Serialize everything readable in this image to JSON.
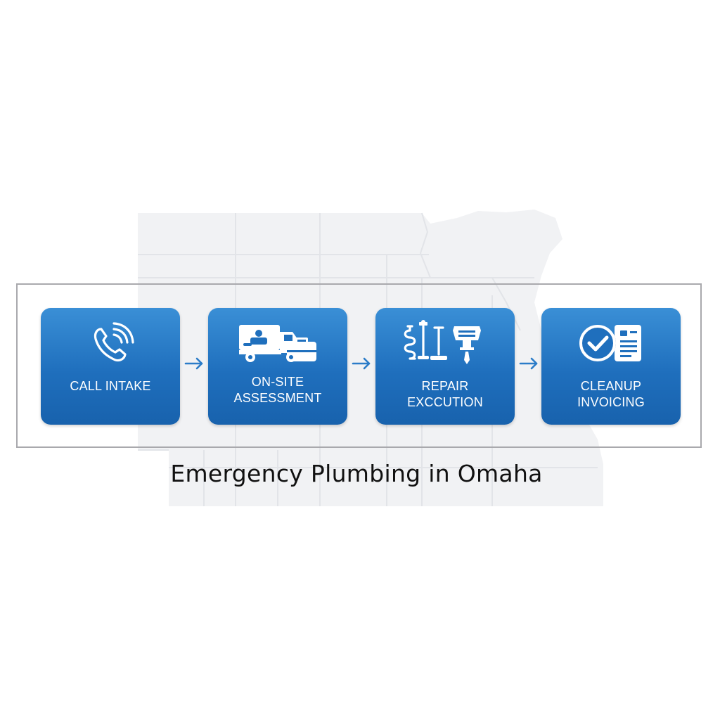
{
  "diagram": {
    "title": "Emergency Plumbing in Omaha",
    "steps": [
      {
        "label_lines": [
          "CALL INTAKE"
        ],
        "icon": "phone-ringing-icon"
      },
      {
        "label_lines": [
          "ON-SITE",
          "ASSESSMENT"
        ],
        "icon": "van-toolbox-icon"
      },
      {
        "label_lines": [
          "REPAIR",
          "EXCCUTION"
        ],
        "icon": "plumbing-tools-icon"
      },
      {
        "label_lines": [
          "CLEANUP",
          "INVOICING"
        ],
        "icon": "check-invoice-icon"
      }
    ],
    "connector": "arrow-right-icon",
    "background": "state-map-outline",
    "colors": {
      "step_fill": "#1f6fbd",
      "step_text": "#ffffff",
      "arrow": "#2b7cc8",
      "frame": "#a9a9ad",
      "map_fill": "#f1f2f4",
      "map_lines": "#e3e5e9",
      "title_text": "#111111"
    }
  }
}
